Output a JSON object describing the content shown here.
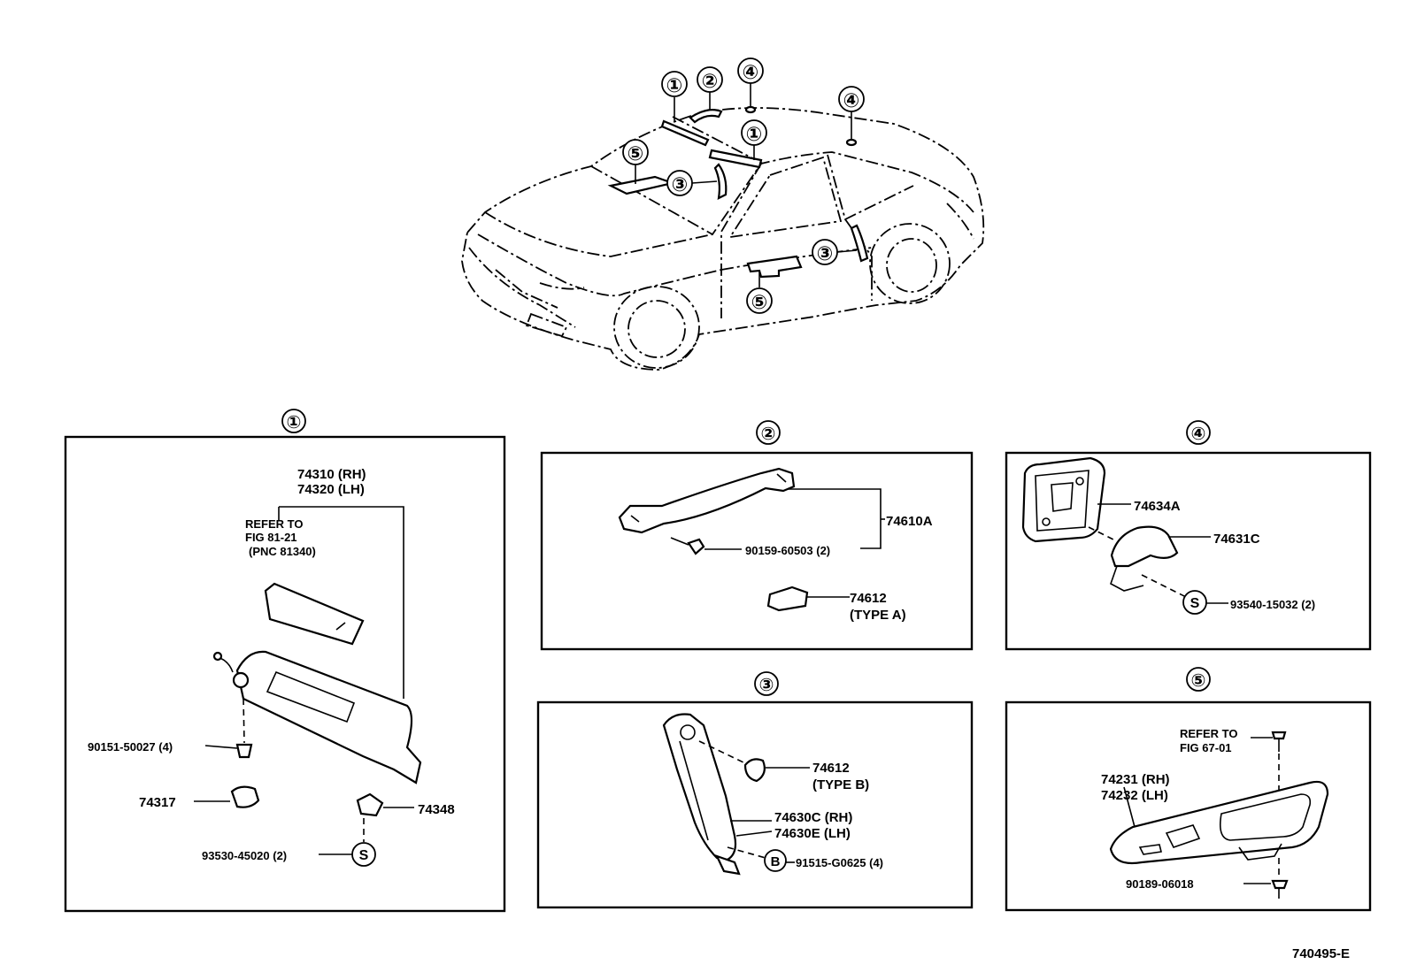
{
  "drawing_code": "740495-E",
  "callout_numbers": [
    "①",
    "②",
    "③",
    "④",
    "⑤"
  ],
  "car_callouts": [
    {
      "num": "①"
    },
    {
      "num": "②"
    },
    {
      "num": "④"
    },
    {
      "num": "①"
    },
    {
      "num": "④"
    },
    {
      "num": "⑤"
    },
    {
      "num": "③"
    },
    {
      "num": "③"
    },
    {
      "num": "⑤"
    }
  ],
  "panel1": {
    "title": "①",
    "part_rh": "74310 (RH)",
    "part_lh": "74320 (LH)",
    "refer_1": "REFER TO",
    "refer_2": "FIG 81-21",
    "refer_3": "(PNC 81340)",
    "screw": "90151-50027 (4)",
    "holder": "74317",
    "clip": "74348",
    "screw_s": "93530-45020 (2)",
    "s_symbol": "S"
  },
  "panel2": {
    "title": "②",
    "grip": "74610A",
    "screw": "90159-60503 (2)",
    "cover": "74612",
    "cover_type": "(TYPE  A)"
  },
  "panel3": {
    "title": "③",
    "cover": "74612",
    "cover_type": "(TYPE  B)",
    "grip_rh": "74630C (RH)",
    "grip_lh": "74630E (LH)",
    "bolt": "91515-G0625 (4)",
    "b_symbol": "B"
  },
  "panel4": {
    "title": "④",
    "base": "74634A",
    "hook": "74631C",
    "screw": "93540-15032 (2)",
    "s_symbol": "S"
  },
  "panel5": {
    "title": "⑤",
    "refer_1": "REFER  TO",
    "refer_2": "FIG  67-01",
    "panel_rh": "74231 (RH)",
    "panel_lh": "74232 (LH)",
    "screw": "90189-06018"
  }
}
